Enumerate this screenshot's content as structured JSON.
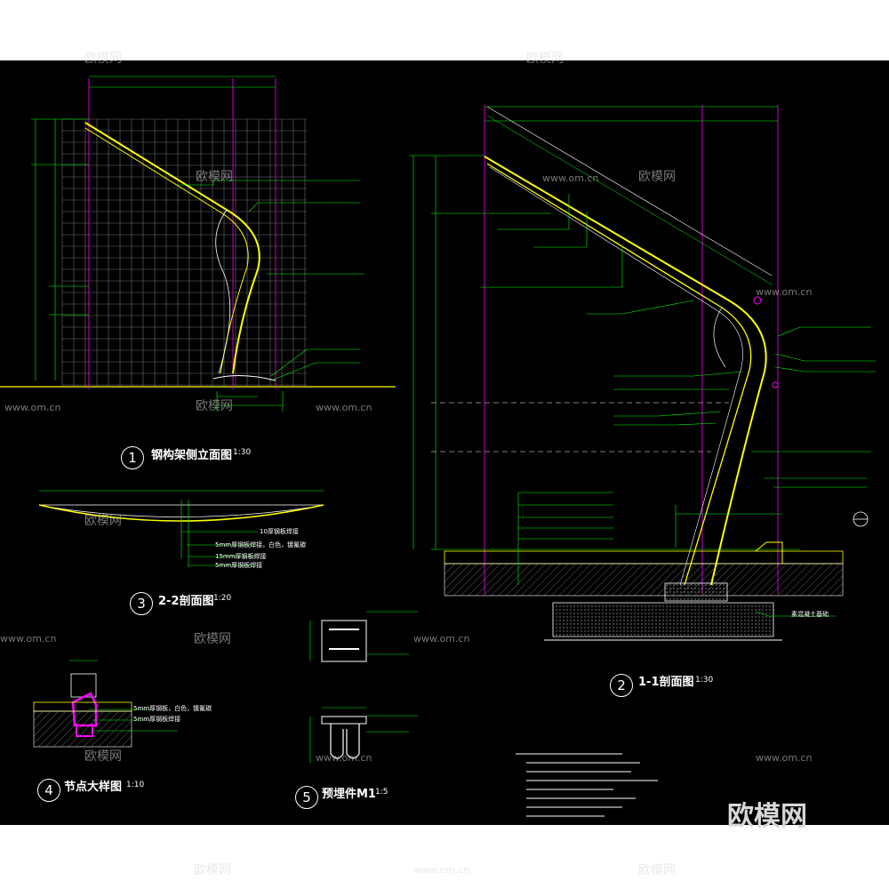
{
  "drawing": {
    "views": [
      {
        "number": "1",
        "title": "钢构架侧立面图",
        "scale": "1:30"
      },
      {
        "number": "2",
        "title": "1-1剖面图",
        "scale": "1:30"
      },
      {
        "number": "3",
        "title": "2-2剖面图",
        "scale": "1:20"
      },
      {
        "number": "4",
        "title": "节点大样图",
        "scale": "1:10"
      },
      {
        "number": "5",
        "title": "预埋件M1",
        "scale": "1:5"
      }
    ],
    "annotations": {
      "view3": [
        "10厚钢板焊接",
        "5mm厚钢板焊接，白色，镀氟碳",
        "15mm厚钢板焊接",
        "5mm厚钢板焊接"
      ],
      "view4": [
        "5mm厚钢板，白色，镀氟碳",
        "5mm厚钢板焊接"
      ],
      "view2_base": "素混凝土基础"
    }
  },
  "watermarks": {
    "brand": "欧模网",
    "url": "www.om.cn",
    "corner": "欧模网"
  },
  "colors": {
    "background": "#000000",
    "structure": "#ffff00",
    "grid": "#7f7f7f",
    "axis": "#ff00ff",
    "leader": "#00ff00",
    "text": "#ffffff",
    "section": "#808080"
  }
}
